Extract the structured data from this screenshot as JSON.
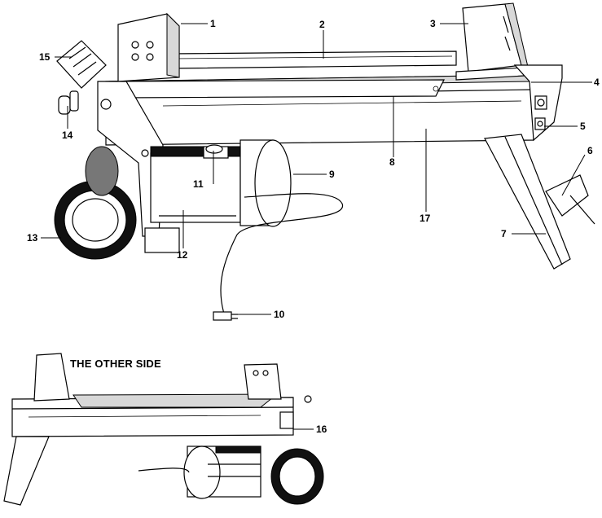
{
  "diagram": {
    "section_title": "THE OTHER SIDE",
    "callouts": [
      "1",
      "2",
      "3",
      "4",
      "5",
      "6",
      "7",
      "8",
      "9",
      "10",
      "11",
      "12",
      "13",
      "14",
      "15",
      "16",
      "17"
    ]
  }
}
